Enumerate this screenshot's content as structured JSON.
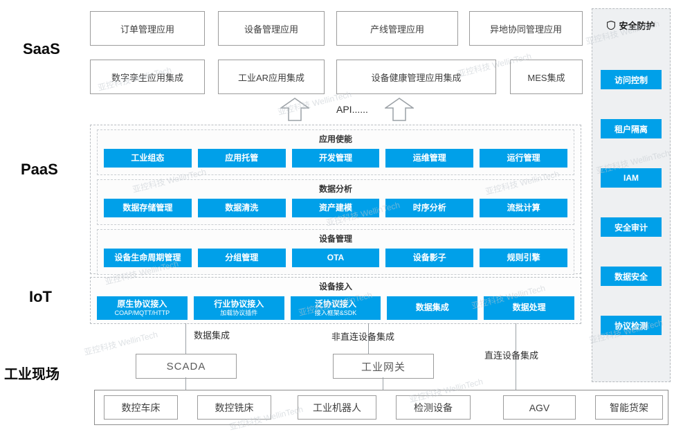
{
  "watermark": {
    "text": "亚控科技 WellinTech"
  },
  "colors": {
    "accent": "#00A0E9"
  },
  "layers": {
    "saas_label": "SaaS",
    "paas_label": "PaaS",
    "iot_label": "IoT",
    "field_label": "工业现场"
  },
  "saas": {
    "row1": [
      {
        "label": "订单管理应用"
      },
      {
        "label": "设备管理应用"
      },
      {
        "label": "产线管理应用"
      },
      {
        "label": "异地协同管理应用"
      }
    ],
    "row2": [
      {
        "label": "数字孪生应用集成"
      },
      {
        "label": "工业AR应用集成"
      },
      {
        "label": "设备健康管理应用集成"
      },
      {
        "label": "MES集成"
      }
    ]
  },
  "api": {
    "label": "API......"
  },
  "paas": {
    "sections": [
      {
        "title": "应用使能",
        "items": [
          {
            "label": "工业组态"
          },
          {
            "label": "应用托管"
          },
          {
            "label": "开发管理"
          },
          {
            "label": "运维管理"
          },
          {
            "label": "运行管理"
          }
        ]
      },
      {
        "title": "数据分析",
        "items": [
          {
            "label": "数据存储管理"
          },
          {
            "label": "数据清洗"
          },
          {
            "label": "资产建模"
          },
          {
            "label": "时序分析"
          },
          {
            "label": "流批计算"
          }
        ]
      },
      {
        "title": "设备管理",
        "items": [
          {
            "label": "设备生命周期管理"
          },
          {
            "label": "分组管理"
          },
          {
            "label": "OTA"
          },
          {
            "label": "设备影子"
          },
          {
            "label": "规则引擎"
          }
        ]
      }
    ]
  },
  "iot": {
    "section_title": "设备接入",
    "items": [
      {
        "label": "原生协议接入",
        "sub": "COAP/MQTT/HTTP"
      },
      {
        "label": "行业协议接入",
        "sub": "加载协议插件"
      },
      {
        "label": "泛协议接入",
        "sub": "接入框架&SDK"
      },
      {
        "label": "数据集成",
        "sub": ""
      },
      {
        "label": "数据处理",
        "sub": ""
      }
    ]
  },
  "connections": {
    "scada_link_label": "数据集成",
    "gateway_link_label": "非直连设备集成",
    "direct_link_label": "直连设备集成"
  },
  "field": {
    "scada": "SCADA",
    "gateway": "工业网关",
    "devices": [
      {
        "label": "数控车床"
      },
      {
        "label": "数控铣床"
      },
      {
        "label": "工业机器人"
      },
      {
        "label": "检测设备"
      },
      {
        "label": "AGV"
      },
      {
        "label": "智能货架"
      }
    ]
  },
  "security": {
    "title": "安全防护",
    "items": [
      {
        "label": "访问控制"
      },
      {
        "label": "租户隔离"
      },
      {
        "label": "IAM"
      },
      {
        "label": "安全审计"
      },
      {
        "label": "数据安全"
      },
      {
        "label": "协议检测"
      }
    ]
  }
}
